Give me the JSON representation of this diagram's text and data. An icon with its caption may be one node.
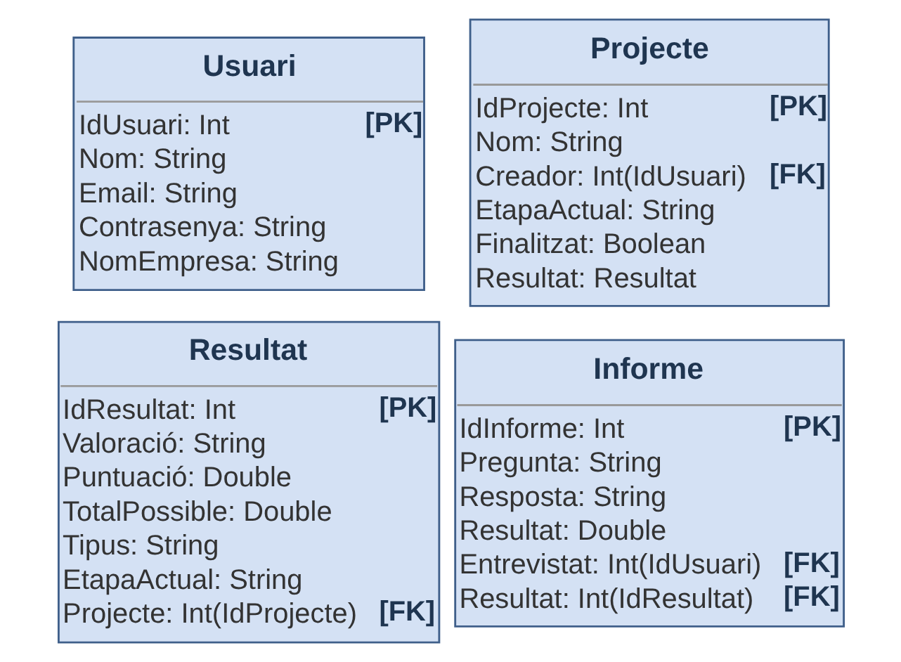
{
  "diagram": {
    "nodes": [
      {
        "text": [
          "Usuari",
          "IdUsuari: Int **[PK]**",
          "Nom: String",
          "Email: String",
          "Contrasenya: String",
          "NomEmpresa: String"
        ]
      },
      {
        "text": [
          "Projecte",
          "IdProjecte: Int **[PK]**",
          "Nom: String",
          "Creador: Int(IdUsuari) **[FK]**",
          "EtapaActual: String",
          "Finalitzat: Boolean",
          "Resultat: Resultat"
        ]
      },
      {
        "text": [
          "Resultat",
          "IdResultat: Int **[PK]**",
          "Valoració: String",
          "Puntuació: Double",
          "TotalPossible: Double",
          "Tipus: String",
          "EtapaActual: String",
          "Projecte: Int(IdProjecte) **[FK]**"
        ]
      },
      {
        "text": [
          "Informe",
          "IdInforme: Int **[PK]**",
          "Pregunta: String",
          "Resposta: String",
          "Resultat: Double",
          "Entrevistat: Int(IdUsuari) **[FK]**",
          "Resultat: Int(IdResultat) **[FK]**"
        ]
      }
    ]
  }
}
